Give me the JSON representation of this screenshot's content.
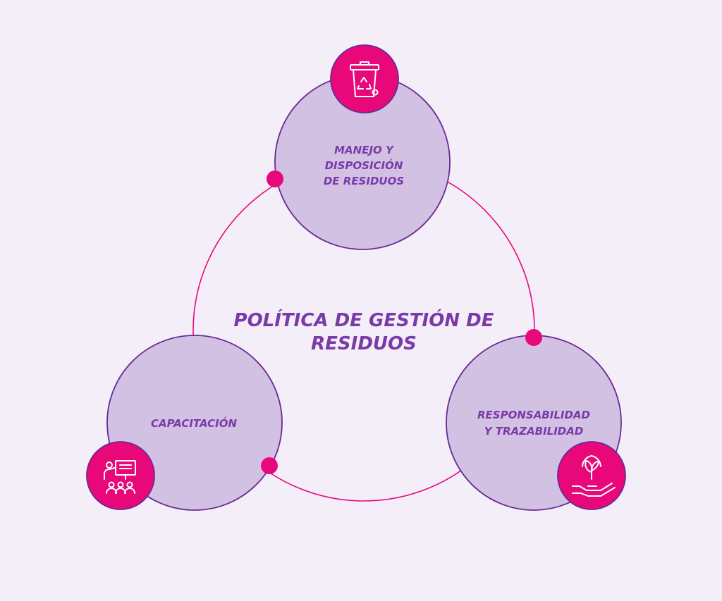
{
  "diagram": {
    "title_line1": "POLÍTICA DE GESTIÓN DE",
    "title_line2": "RESIDUOS",
    "nodes": [
      {
        "id": "manejo",
        "lines": [
          "MANEJO Y",
          "DISPOSICIÓN",
          "DE RESIDUOS"
        ],
        "icon": "recycle-bin-icon"
      },
      {
        "id": "capacitacion",
        "lines": [
          "CAPACITACIÓN"
        ],
        "icon": "training-presentation-icon"
      },
      {
        "id": "responsabilidad",
        "lines": [
          "RESPONSABILIDAD",
          "Y TRAZABILIDAD"
        ],
        "icon": "hand-plant-icon"
      }
    ]
  },
  "colors": {
    "background": "#f4eef9",
    "circle_fill": "#d3c1e4",
    "circle_stroke": "#6b2a93",
    "accent": "#e8087a",
    "text": "#7a3aa8"
  }
}
